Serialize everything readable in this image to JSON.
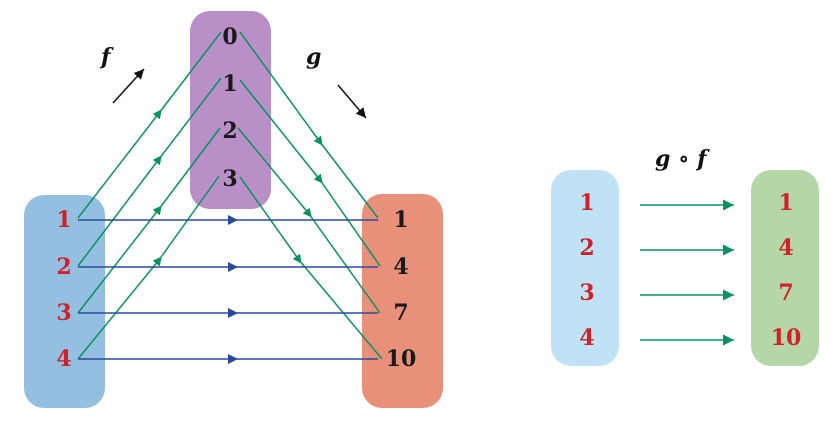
{
  "left_diagram": {
    "function_labels": {
      "f": "f",
      "g": "g"
    },
    "domain": [
      "1",
      "2",
      "3",
      "4"
    ],
    "middle": [
      "0",
      "1",
      "2",
      "3"
    ],
    "codomain": [
      "1",
      "4",
      "7",
      "10"
    ],
    "f_mapping": [
      [
        0,
        0
      ],
      [
        1,
        1
      ],
      [
        2,
        2
      ],
      [
        3,
        3
      ]
    ],
    "g_mapping": [
      [
        0,
        0
      ],
      [
        1,
        1
      ],
      [
        2,
        2
      ],
      [
        3,
        3
      ]
    ]
  },
  "right_diagram": {
    "composition_label": "g ∘ f",
    "domain": [
      "1",
      "2",
      "3",
      "4"
    ],
    "codomain": [
      "1",
      "4",
      "7",
      "10"
    ]
  },
  "colors": {
    "domain_box": "#94bfe0",
    "middle_box": "#b88fc7",
    "codomain_box": "#e8907a",
    "right_domain_box": "#bfe3f4",
    "right_codomain_box": "#b5d6a6",
    "green_arrow": "#0a9160",
    "blue_arrow": "#2a4a9e",
    "number_red": "#d0202a",
    "number_dark": "#1a1a1a"
  }
}
